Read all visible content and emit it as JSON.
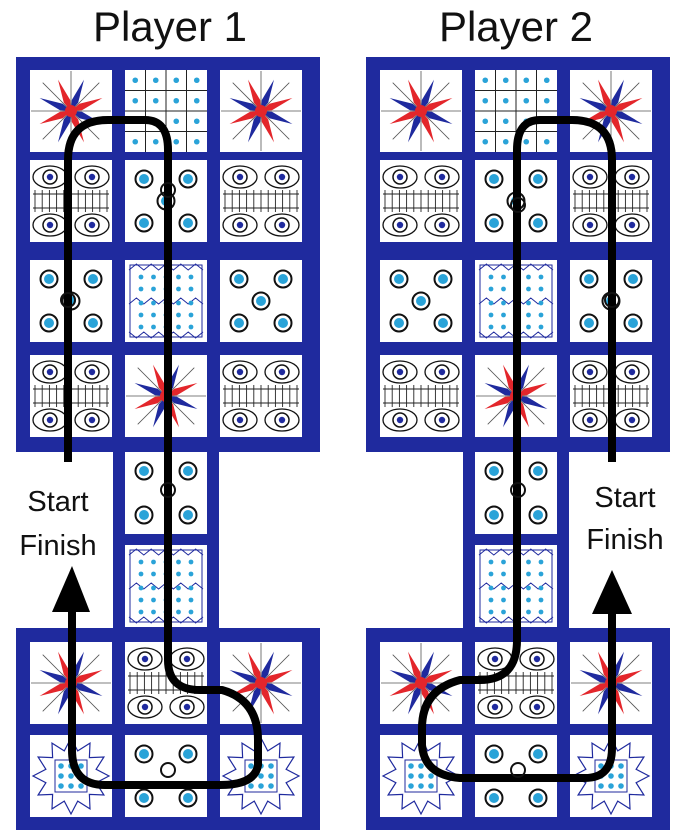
{
  "players": [
    {
      "title": "Player 1",
      "start_label": "Start",
      "finish_label": "Finish"
    },
    {
      "title": "Player 2",
      "start_label": "Start",
      "finish_label": "Finish"
    }
  ],
  "colors": {
    "board_blue": "#1f2a9e",
    "rosette_red": "#e3262b",
    "rosette_blue": "#1f2a9e",
    "dot_cyan": "#2aa3d8",
    "path_black": "#000000"
  },
  "board": {
    "columns": 3,
    "top_section_rows": 4,
    "bridge_rows": 2,
    "bottom_section_rows": 2,
    "tile_types": {
      "rosette": "rosette-icon",
      "grid": "grid-dots-icon",
      "eyes": "eyes-icon",
      "five": "five-dots-icon",
      "four": "four-dots-icon",
      "zigzag": "zigzag-dots-icon",
      "stars": "stars-icon"
    }
  }
}
